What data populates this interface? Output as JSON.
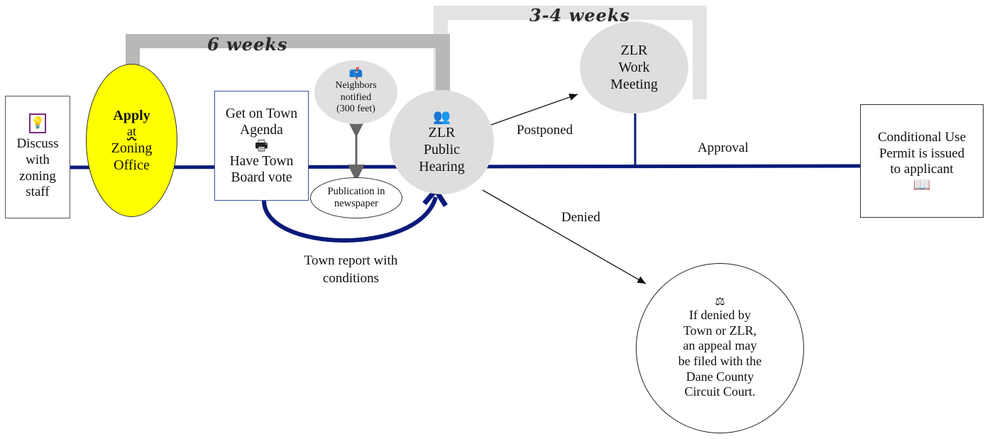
{
  "durations": {
    "first": "6 weeks",
    "second": "3-4 weeks"
  },
  "nodes": {
    "discuss": {
      "lines": [
        "Discuss",
        "with",
        "zoning",
        "staff"
      ],
      "icon": "lightbulb-icon"
    },
    "apply": {
      "bold": "Apply",
      "sub": "at",
      "lines": [
        "Zoning",
        "Office"
      ],
      "color": "#ffff00"
    },
    "agenda": {
      "lines_top": [
        "Get on Town",
        "Agenda"
      ],
      "lines_bottom": [
        "Have Town",
        "Board vote"
      ],
      "icon": "printer-icon"
    },
    "neighbors": {
      "lines": [
        "Neighbors",
        "notified",
        "(300 feet)"
      ],
      "icon": "mailbox-icon"
    },
    "publication": {
      "lines": [
        "Publication in",
        "newspaper"
      ]
    },
    "hearing": {
      "lines": [
        "ZLR",
        "Public",
        "Hearing"
      ],
      "icon": "people-icon"
    },
    "work": {
      "lines": [
        "ZLR",
        "Work",
        "Meeting"
      ]
    },
    "permit": {
      "lines": [
        "Conditional Use",
        "Permit is issued",
        "to applicant"
      ],
      "icon": "open-book-icon"
    },
    "appeal": {
      "lines": [
        "If denied by",
        "Town or ZLR,",
        "an appeal may",
        "be filed with the",
        "Dane County",
        "Circuit Court."
      ],
      "icon": "gavel-icon"
    }
  },
  "edges": {
    "postponed": "Postponed",
    "approval": "Approval",
    "denied": "Denied",
    "town_report": [
      "Town report with",
      "conditions"
    ]
  },
  "colors": {
    "main_line": "#0a1a7a",
    "duration_bar_dark": "#b8b8b8",
    "duration_bar_light": "#e3e3e3"
  }
}
